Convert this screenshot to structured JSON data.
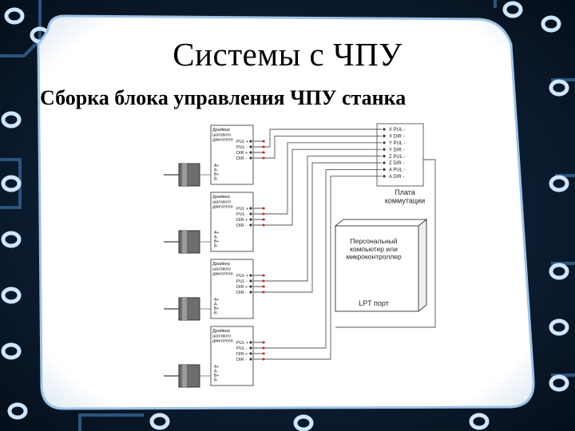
{
  "slide": {
    "title": "Системы с ЧПУ",
    "subtitle": "Сборка блока управления ЧПУ станка"
  },
  "diagram": {
    "drivers": [
      {
        "name": "Драйвер шагового двигателя",
        "pins": [
          "PUL +",
          "PUL -",
          "DIR +",
          "DIR -"
        ],
        "motor_pins": [
          "A+",
          "A-",
          "B+",
          "B-"
        ]
      },
      {
        "name": "Драйвер шагового двигателя",
        "pins": [
          "PUL +",
          "PUL -",
          "DIR +",
          "DIR -"
        ],
        "motor_pins": [
          "A+",
          "A-",
          "B+",
          "B-"
        ]
      },
      {
        "name": "Драйвер шагового двигателя",
        "pins": [
          "PUL +",
          "PUL -",
          "DIR +",
          "DIR -"
        ],
        "motor_pins": [
          "A+",
          "A-",
          "B+",
          "B-"
        ]
      },
      {
        "name": "Драйвер шагового двигателя",
        "pins": [
          "PUL +",
          "PUL -",
          "DIR +",
          "DIR -"
        ],
        "motor_pins": [
          "A+",
          "A-",
          "B+",
          "B-"
        ]
      }
    ],
    "board": {
      "label": "Плата коммутации",
      "pins": [
        "X PUL -",
        "X DIR -",
        "Y PUL -",
        "Y DIR -",
        "Z PUL -",
        "Z DIR -",
        "A PUL -",
        "A DIR -"
      ]
    },
    "computer": {
      "label": "Персональный компьютер или микроконтроллер",
      "port": "LPT порт"
    }
  },
  "colors": {
    "background": "#0a1a2e",
    "panel": "#ffffff",
    "circuit": "#1e3a5c",
    "wire": "#555555",
    "terminal": "#cc2222"
  }
}
